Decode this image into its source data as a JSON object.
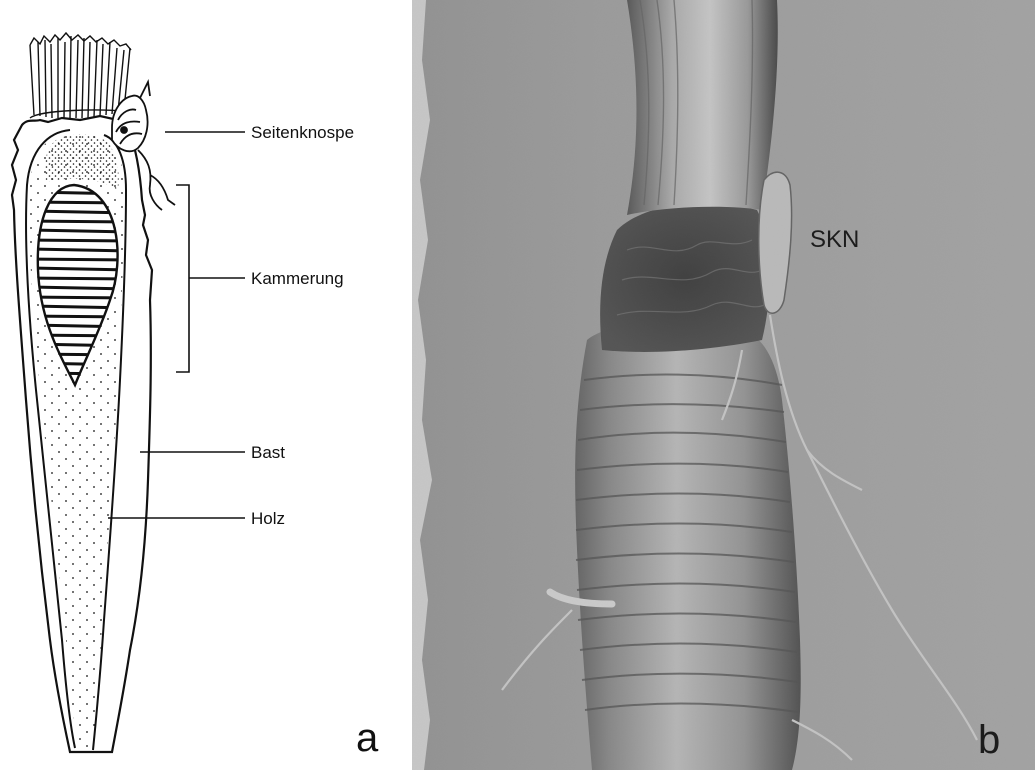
{
  "panel_a": {
    "labels": {
      "seitenknospe": "Seitenknospe",
      "kammerung": "Kammerung",
      "bast": "Bast",
      "holz": "Holz"
    },
    "letter": "a"
  },
  "panel_b": {
    "label_skn": "SKN",
    "letter": "b"
  }
}
